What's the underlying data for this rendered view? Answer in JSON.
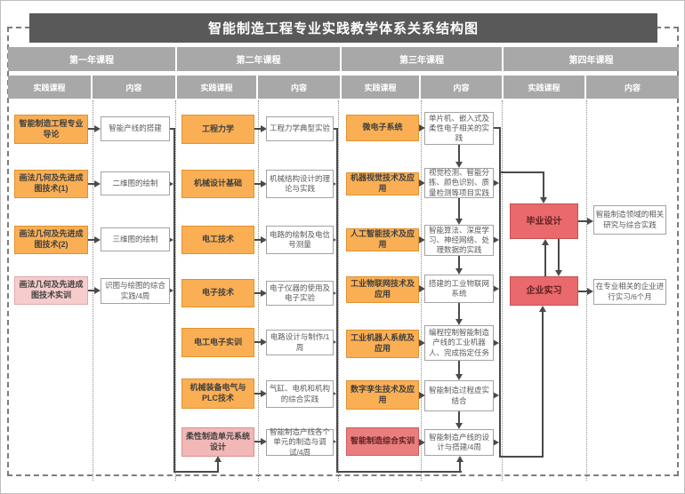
{
  "title": "智能制造工程专业实践教学体系关系结构图",
  "columns": [
    {
      "year_label": "第一年课程",
      "practice_header": "实践课程",
      "content_header": "内容",
      "rows": [
        {
          "course": "智能制造工程专业导论",
          "content": "智能产线的搭建"
        },
        {
          "course": "画法几何及先进成图技术(1)",
          "content": "二维图的绘制"
        },
        {
          "course": "画法几何及先进成图技术(2)",
          "content": "三维图的绘制"
        },
        {
          "course": "画法几何及先进成图技术实训",
          "content": "识图与绘图的综合实践/4周"
        }
      ]
    },
    {
      "year_label": "第二年课程",
      "practice_header": "实践课程",
      "content_header": "内容",
      "rows": [
        {
          "course": "工程力学",
          "content": "工程力学典型实验"
        },
        {
          "course": "机械设计基础",
          "content": "机械结构设计的理论与实践"
        },
        {
          "course": "电工技术",
          "content": "电路的绘制及电信号测量"
        },
        {
          "course": "电子技术",
          "content": "电子仪器的使用及电子实验"
        },
        {
          "course": "电工电子实训",
          "content": "电路设计与制作/1周"
        },
        {
          "course": "机械装备电气与PLC技术",
          "content": "气缸、电机和机构的综合实践"
        },
        {
          "course": "柔性制造单元系统设计",
          "content": "智能制造产线各个单元的制造与调试/4周"
        }
      ]
    },
    {
      "year_label": "第三年课程",
      "practice_header": "实践课程",
      "content_header": "内容",
      "rows": [
        {
          "course": "微电子系统",
          "content": "单片机、嵌入式及柔性电子相关的实践"
        },
        {
          "course": "机器视觉技术及应用",
          "content": "视觉检测、智能分拣、颜色识别、质量检测等项目实践"
        },
        {
          "course": "人工智能技术及应用",
          "content": "智能算法、深度学习、神经网络、处理数据的实践"
        },
        {
          "course": "工业物联网技术及应用",
          "content": "搭建的工业物联网系统"
        },
        {
          "course": "工业机器人系统及应用",
          "content": "编程控制智能制造产线的工业机器人、完成指定任务"
        },
        {
          "course": "数字孪生技术及应用",
          "content": "智能制造过程虚实结合"
        },
        {
          "course": "智能制造综合实训",
          "content": "智能制造产线的设计与搭建/4周"
        }
      ]
    },
    {
      "year_label": "第四年课程",
      "practice_header": "实践课程",
      "content_header": "内容",
      "rows": [
        {
          "course": "毕业设计",
          "content": "智能制造领域的相关研究与综合实践"
        },
        {
          "course": "企业实习",
          "content": "在专业相关的企业进行实习/6个月"
        }
      ]
    }
  ],
  "colors": {
    "title_bar": "#595959",
    "header_gray": "#a8a8a8",
    "course_orange": "#faaf54",
    "training_pink_light": "#f7cccc",
    "training_pink": "#f2b7b7",
    "training_red": "#ea7e7f",
    "year4_red": "#e9696c",
    "line": "#4a4a4a"
  }
}
